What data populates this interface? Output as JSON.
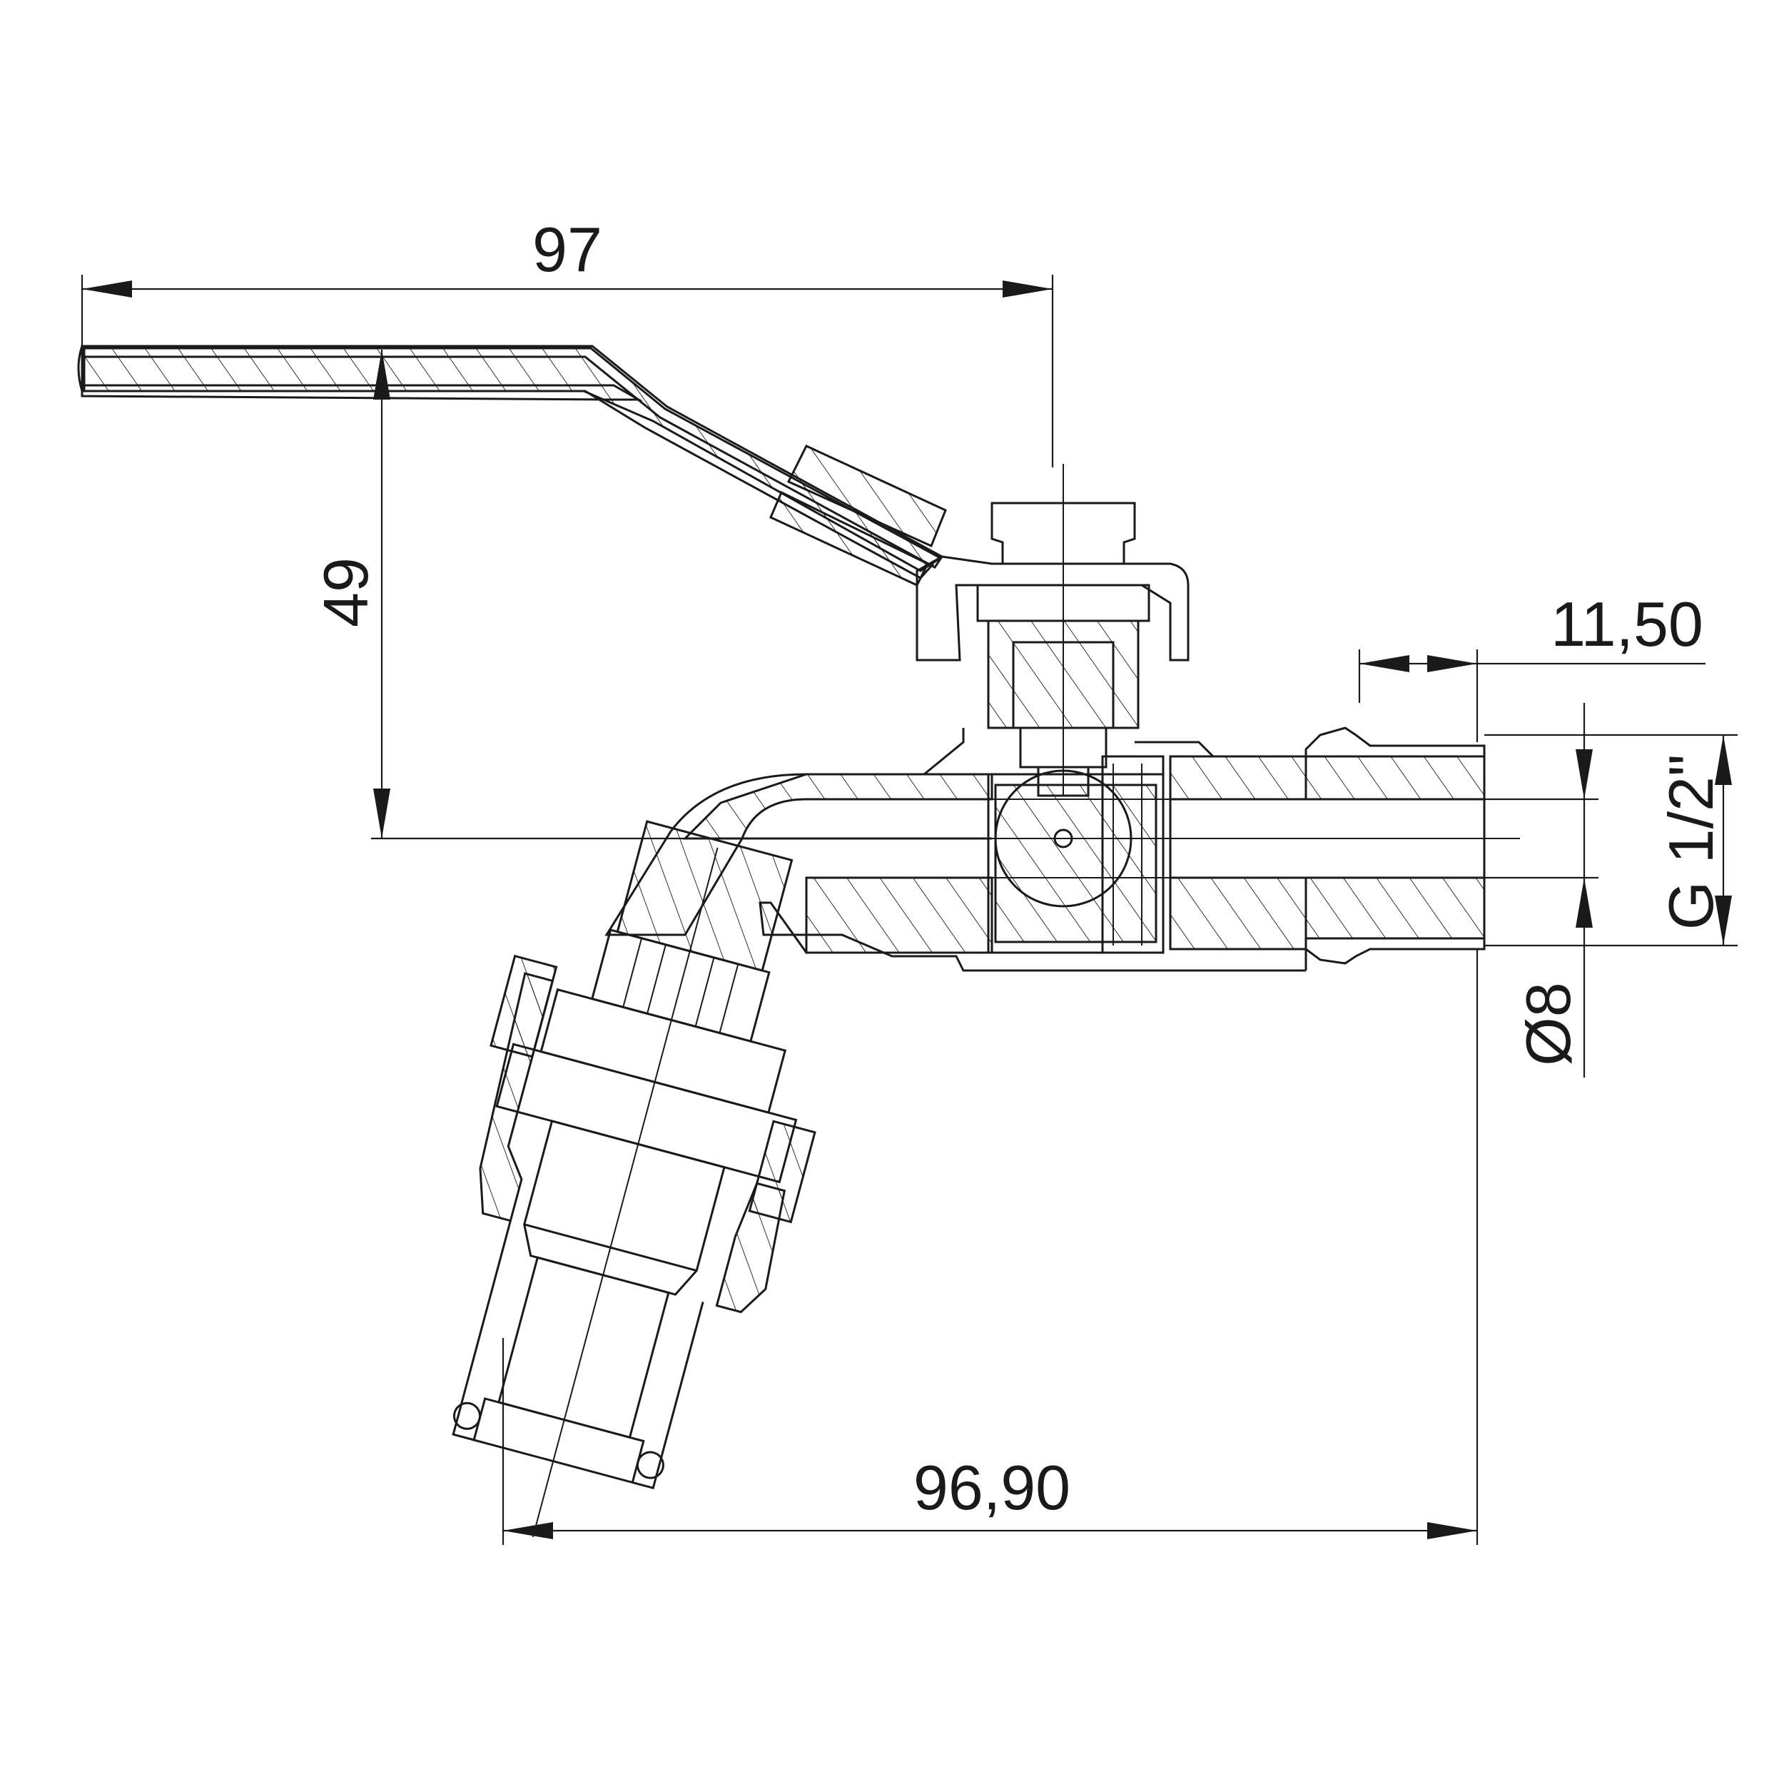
{
  "drawing": {
    "title": "",
    "dimensions": {
      "handle_length": "97",
      "handle_height": "49",
      "thread_length": "11,50",
      "thread_size": "G 1/2\"",
      "bore_diameter": "Ø8",
      "overall_length": "96,90"
    },
    "colors": {
      "line": "#1a1a1a",
      "background": "#ffffff"
    }
  }
}
